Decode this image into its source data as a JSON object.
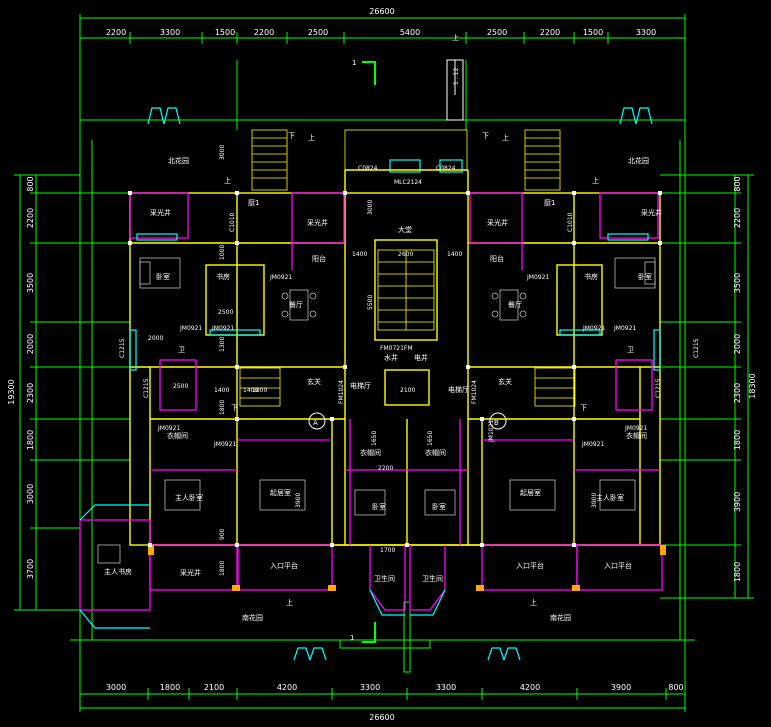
{
  "drawing": {
    "total_width_label": "26600",
    "total_height_left": "19300",
    "total_height_right": "18300",
    "stair_slope": "1 : 12",
    "section_mark": "1",
    "colors": {
      "background": "#000000",
      "dim_lines": "#00ff00",
      "walls": "#ffff00",
      "partitions": "#ff00ff",
      "windows": "#00ffff",
      "text": "#ffffff"
    }
  },
  "top_dims": [
    "2200",
    "3300",
    "1500",
    "2200",
    "2500",
    "5400",
    "2500",
    "2200",
    "1500",
    "3300"
  ],
  "bottom_dims": [
    "3000",
    "1800",
    "2100",
    "4200",
    "3300",
    "3300",
    "4200",
    "3900",
    "800"
  ],
  "left_dims": [
    "800",
    "2200",
    "3500",
    "2000",
    "2300",
    "1800",
    "3000",
    "3700"
  ],
  "right_dims": [
    "800",
    "2200",
    "3500",
    "2000",
    "2300",
    "1800",
    "3900",
    "1800"
  ],
  "interior_dims": [
    "3000",
    "3000",
    "1400",
    "2600",
    "1400",
    "5500",
    "2100",
    "1400",
    "1800",
    "2000",
    "2500",
    "1300",
    "1800",
    "2500",
    "1400",
    "2200",
    "1700",
    "1650",
    "1650",
    "3900",
    "3900",
    "900",
    "1800",
    "1000"
  ],
  "rooms": {
    "north_garden_l": "北花园",
    "north_garden_r": "北花园",
    "lightwell_l": "采光井",
    "lightwell_r": "采光井",
    "lightwell_bl": "采光井",
    "lightwell_cl": "采光井",
    "lightwell_cr": "采光井",
    "kitchen_l": "厨1",
    "kitchen_r": "厨1",
    "hall": "大堂",
    "balcony_l": "阳台",
    "balcony_r": "阳台",
    "bedroom_l": "卧室",
    "bedroom_r": "卧室",
    "dining_l": "餐厅",
    "dining_r": "餐厅",
    "study_l": "书房",
    "study_r": "书房",
    "elevator_l": "电梯厅",
    "elevator_r": "电梯厅",
    "water_well": "水井",
    "elec_well": "电井",
    "foyer_l": "玄关",
    "foyer_r": "玄关",
    "wardrobe_l": "衣帽间",
    "wardrobe_r": "衣帽间",
    "wardrobe_cl": "衣帽间",
    "wardrobe_cr": "衣帽间",
    "master_l": "主人卧室",
    "master_r": "主人卧室",
    "living_l": "起居室",
    "living_r": "起居室",
    "bed2_l": "卧室",
    "bed2_r": "卧室",
    "studio": "主人书房",
    "entry_l": "入口平台",
    "entry_c": "入口平台",
    "entry_r": "入口平台",
    "bath_l": "卫生间",
    "bath_r": "卫生间",
    "wc_l": "卫",
    "wc_r": "卫",
    "south_garden_l": "南花园",
    "south_garden_r": "南花园",
    "up_1": "上",
    "up_2": "上",
    "up_3": "上",
    "up_4": "上",
    "down_1": "下",
    "down_2": "下",
    "down_3": "下",
    "down_4": "下",
    "up_5": "上",
    "up_6": "上",
    "up_7": "上"
  },
  "tags": {
    "c0824_l": "C0824",
    "c0824_r": "C0824",
    "mlc": "MLC2124",
    "c1010a": "C1010",
    "c1010b": "C1010",
    "jm0921_a": "JM0921",
    "jm0921_b": "JM0921",
    "jm0921_c": "JM0921",
    "jm0921_d": "JM0921",
    "jm0921_e": "JM0921",
    "jm0921_f": "JM0921",
    "jm0921_g": "JM0921",
    "jm0921_h": "JM0921",
    "jm0921_i": "JM0921",
    "jm0921_j": "JM0921",
    "c1215_l": "C1215",
    "c1215_r": "C1215",
    "c1215_bl": "C1215",
    "c1215_br": "C1215",
    "fm_l": "FM1024",
    "fm_r": "FM1024",
    "fmj": "FM0721FM",
    "jm1021": "JM1021"
  },
  "axis_marks": [
    "A",
    "B"
  ]
}
